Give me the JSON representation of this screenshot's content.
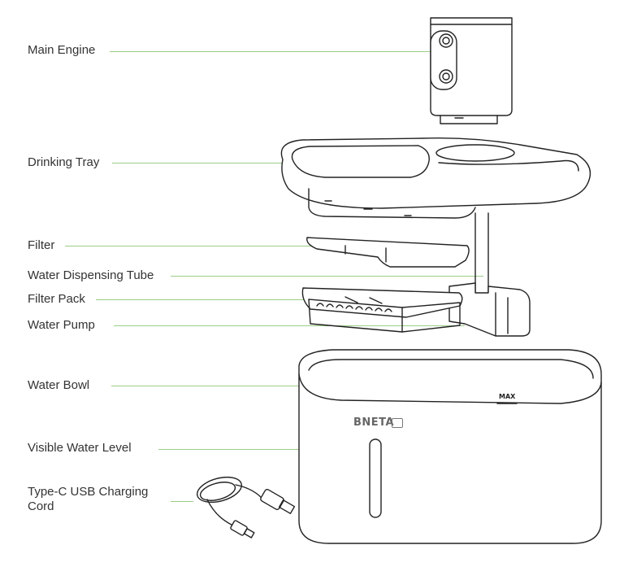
{
  "labels": {
    "main_engine": "Main Engine",
    "drinking_tray": "Drinking Tray",
    "filter": "Filter",
    "water_dispensing_tube": "Water Dispensing Tube",
    "filter_pack": "Filter Pack",
    "water_pump": "Water Pump",
    "water_bowl": "Water Bowl",
    "visible_water_level": "Visible Water Level",
    "type_c_usb_cord": "Type-C USB Charging Cord"
  },
  "product": {
    "brand": "BNETA",
    "max_mark": "MAX"
  },
  "colors": {
    "leader_line": "#9ccd86",
    "outline": "#222222",
    "label_text": "#333333"
  }
}
